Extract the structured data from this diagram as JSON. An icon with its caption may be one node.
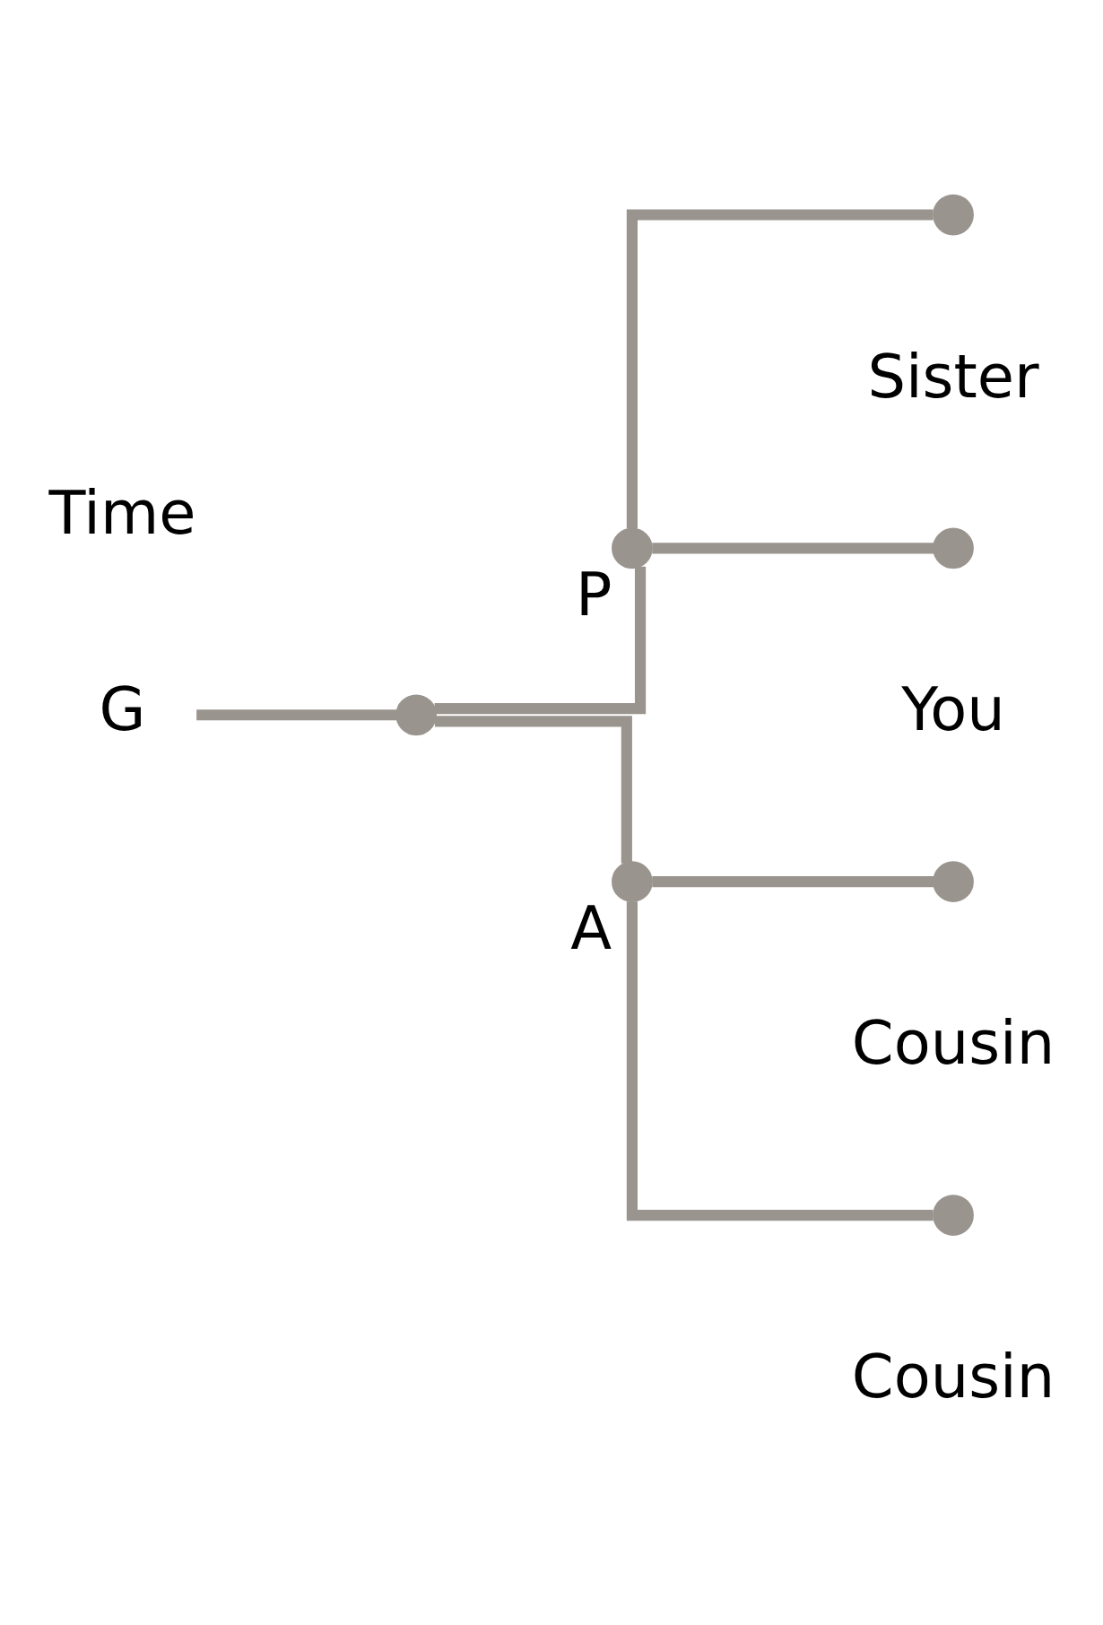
{
  "diagram": {
    "nodes": [
      {
        "text": [
          "G"
        ]
      },
      {
        "text": [],
        "shape": "circle"
      },
      {
        "text": [],
        "shape": "circle",
        "beside": [
          "P"
        ]
      },
      {
        "text": [],
        "shape": "circle",
        "beside": [
          "A"
        ]
      },
      {
        "text": [],
        "shape": "circle",
        "beside": [
          "Sister"
        ]
      },
      {
        "text": [],
        "shape": "circle",
        "beside": [
          "You"
        ]
      },
      {
        "text": [],
        "shape": "circle",
        "beside": [
          "Cousin"
        ]
      },
      {
        "text": [],
        "shape": "circle",
        "beside": [
          "Cousin"
        ]
      }
    ],
    "edges": [
      {
        "from": 0,
        "to": 1,
        "arrow": "none"
      },
      {
        "from": 1,
        "to": 2,
        "arrow": "none"
      },
      {
        "from": 1,
        "to": 3,
        "arrow": "none"
      },
      {
        "from": 2,
        "to": 4,
        "arrow": "none"
      },
      {
        "from": 2,
        "to": 5,
        "arrow": "none"
      },
      {
        "from": 3,
        "to": 6,
        "arrow": "none"
      },
      {
        "from": 3,
        "to": 7,
        "arrow": "none"
      }
    ],
    "labels": [
      "Time"
    ]
  }
}
